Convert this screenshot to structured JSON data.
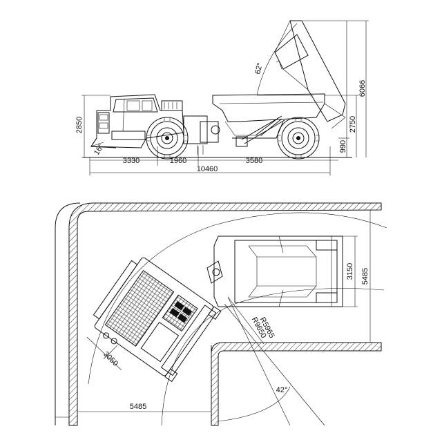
{
  "side_view": {
    "height_overall": "2850",
    "angle_front": "16°",
    "segment_front": "3330",
    "segment_wheelbase": "1960",
    "segment_rear": "3580",
    "length_total": "10460",
    "dump_angle": "62°",
    "dump_height": "6066",
    "body_height": "2750",
    "ground_clearance": "990"
  },
  "turning_view": {
    "outer_radius": "R5965",
    "inner_radius": "R9650",
    "body_width": "3150",
    "aisle_right": "5485",
    "aisle_bottom": "5485",
    "machine_width": "3050",
    "articulation_angle": "42°"
  }
}
